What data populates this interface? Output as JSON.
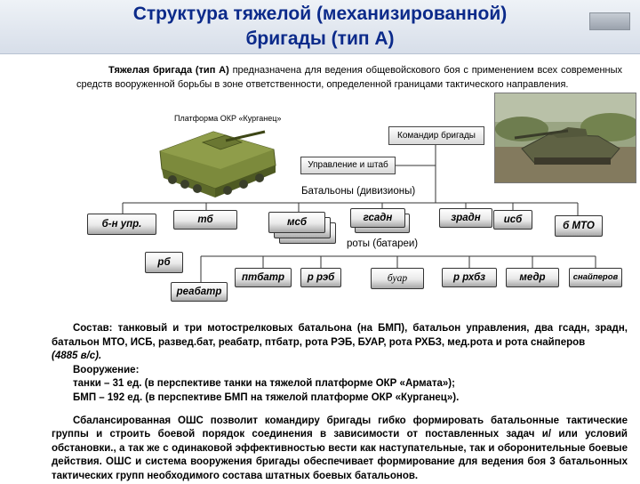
{
  "title_line1": "Структура тяжелой (механизированной)",
  "title_line2": "бригады (тип А)",
  "intro": {
    "bold": "Тяжелая бригада (тип А)",
    "rest": " предназначена для ведения общевойскового боя с применением всех современных средств вооруженной борьбы в зоне ответственности, определенной границами тактического направления."
  },
  "platform_caption": "Платформа ОКР «Курганец»",
  "chart": {
    "commander": "Командир бригады",
    "hq": "Управление и штаб",
    "battalions_label": "Батальоны (дивизионы)",
    "companies_label": "роты (батареи)",
    "battalions": [
      "б-н упр.",
      "тб",
      "мсб",
      "гсадн",
      "зрадн",
      "исб",
      "б МТО"
    ],
    "companies": [
      "рб",
      "реабатр",
      "птбатр",
      "р рэб",
      "буар",
      "р рхбз",
      "медр",
      "снайперов"
    ]
  },
  "body": {
    "composition": "Состав: танковый и три мотострелковых батальона (на БМП), батальон управления, два гсадн, зрадн, батальон МТО, ИСБ, развед.бат, реабатр, птбатр, рота РЭБ, БУАР, рота РХБЗ, мед.рота и рота снайперов",
    "personnel": "(4885 в/с).",
    "armament_title": "Вооружение:",
    "tanks": "танки – 31 ед. (в перспективе танки на тяжелой платформе ОКР «Армата»);",
    "bmp": "БМП – 192 ед. (в перспективе БМП на тяжелой платформе ОКР «Курганец»).",
    "conclusion": "Сбалансированная ОШС позволит командиру бригады гибко формировать батальонные тактические группы и строить боевой порядок соединения в зависимости от поставленных задач и/ или условий обстановки., а так же с одинаковой эффективностью вести как наступательные, так и оборонительные боевые действия. ОШС и система вооружения бригады обеспечивает формирование для ведения боя 3 батальонных тактических групп необходимого состава штатных боевых батальонов."
  },
  "colors": {
    "title": "#0b2a8a",
    "vehicle": "#6f7d35"
  }
}
